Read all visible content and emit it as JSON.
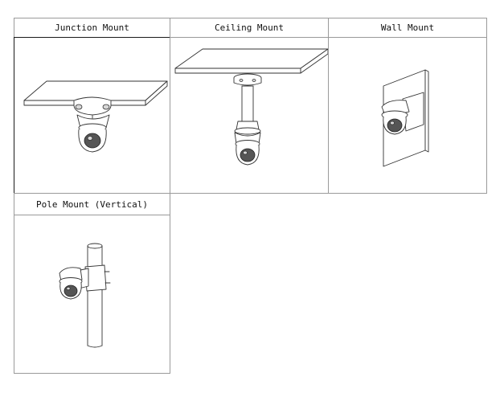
{
  "mounts": [
    {
      "label": "Junction Mount"
    },
    {
      "label": "Ceiling Mount"
    },
    {
      "label": "Wall Mount"
    },
    {
      "label": "Pole Mount (Vertical)"
    }
  ]
}
